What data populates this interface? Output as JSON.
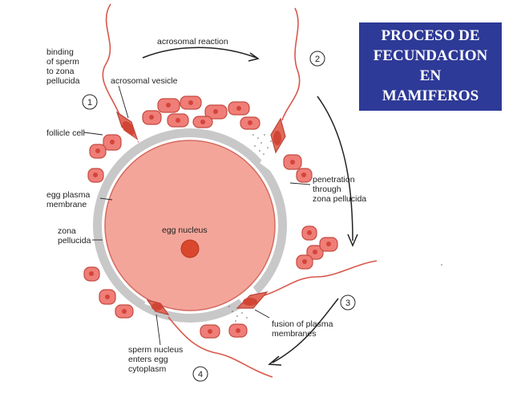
{
  "title": {
    "lines": [
      "PROCESO DE",
      "FECUNDACION",
      "EN",
      "MAMIFEROS"
    ]
  },
  "labels": {
    "acrosomal_reaction": "acrosomal reaction",
    "binding_1": "binding",
    "binding_2": "of sperm",
    "binding_3": "to zona",
    "binding_4": "pellucida",
    "acrosomal_vesicle": "acrosomal vesicle",
    "follicle_cell": "follicle cell",
    "egg_plasma_1": "egg plasma",
    "egg_plasma_2": "membrane",
    "zona_1": "zona",
    "zona_2": "pellucida",
    "egg_nucleus": "egg nucleus",
    "penetration_1": "penetration",
    "penetration_2": "through",
    "penetration_3": "zona pellucida",
    "fusion_1": "fusion of plasma",
    "fusion_2": "membranes",
    "sperm_nucleus_1": "sperm nucleus",
    "sperm_nucleus_2": "enters egg",
    "sperm_nucleus_3": "cytoplasm"
  },
  "steps": [
    "1",
    "2",
    "3",
    "4"
  ],
  "colors": {
    "egg": "#f4a59a",
    "nucleus": "#d9472f",
    "zona": "#c8c8c8",
    "cell_fill": "#f07e78",
    "cell_nucleus": "#d2453a",
    "sperm": "#e26a5b",
    "title_bg": "#2e3a97"
  }
}
